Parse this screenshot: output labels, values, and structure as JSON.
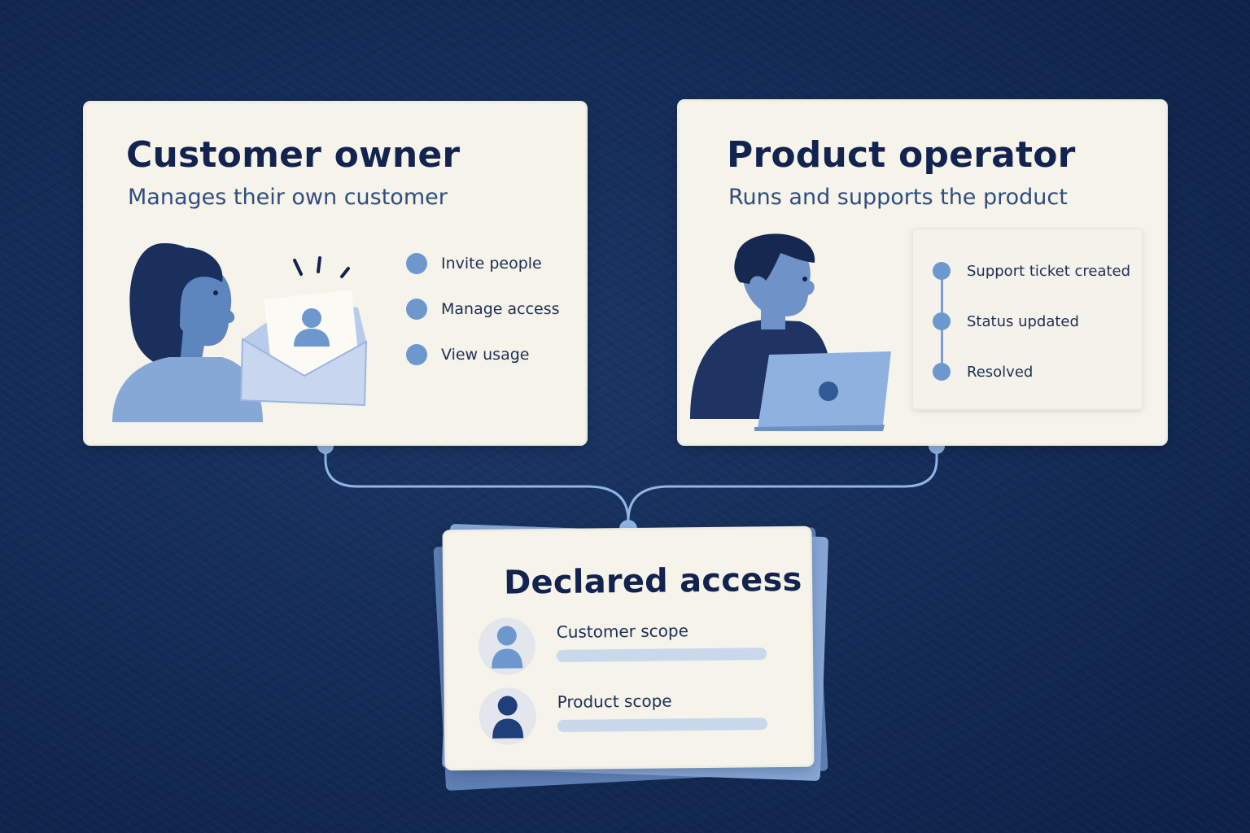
{
  "colors": {
    "background": "#132b55",
    "card": "#f5f3ea",
    "accent": "#6d98cd",
    "title": "#122350",
    "connector": "#8fb4e6"
  },
  "customer_owner": {
    "title": "Customer owner",
    "subtitle": "Manages their own customer",
    "icons": [
      "woman-person-icon",
      "envelope-invite-icon",
      "user-card-icon"
    ],
    "items": [
      "Invite people",
      "Manage access",
      "View usage"
    ]
  },
  "product_operator": {
    "title": "Product operator",
    "subtitle": "Runs and supports the product",
    "icons": [
      "man-person-icon",
      "laptop-icon"
    ],
    "timeline": [
      "Support ticket created",
      "Status updated",
      "Resolved"
    ]
  },
  "declared_access": {
    "title": "Declared access",
    "scopes": [
      {
        "label": "Customer scope",
        "icon": "user-icon-light"
      },
      {
        "label": "Product scope",
        "icon": "user-icon-dark"
      }
    ]
  }
}
